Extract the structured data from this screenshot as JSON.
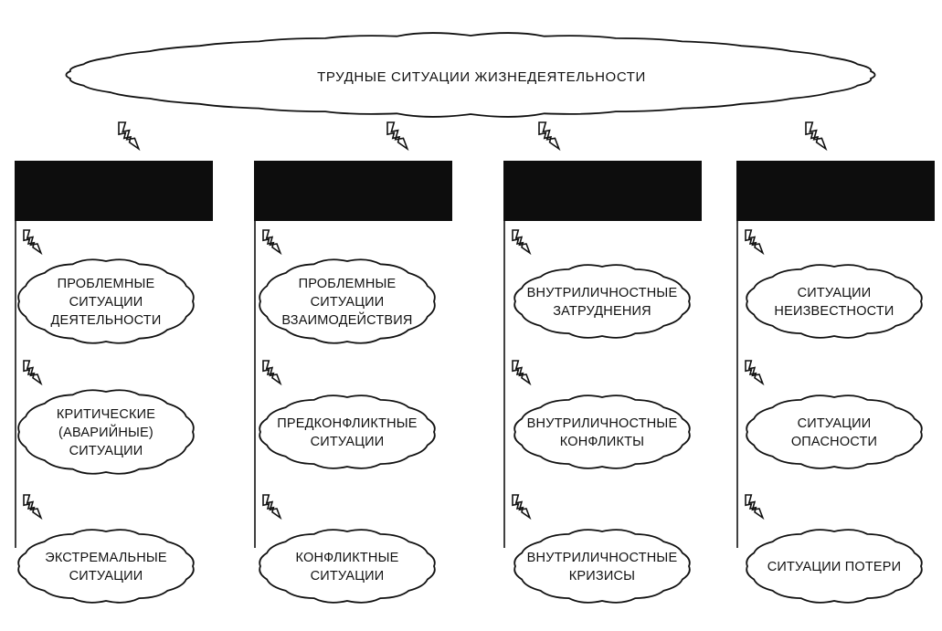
{
  "title": "ТРУДНЫЕ СИТУАЦИИ ЖИЗНЕДЕЯТЕЛЬНОСТИ",
  "columns": [
    {
      "items": [
        {
          "lines": [
            "ПРОБЛЕМНЫЕ",
            "СИТУАЦИИ",
            "ДЕЯТЕЛЬНОСТИ"
          ]
        },
        {
          "lines": [
            "КРИТИЧЕСКИЕ",
            "(АВАРИЙНЫЕ)",
            "СИТУАЦИИ"
          ]
        },
        {
          "lines": [
            "ЭКСТРЕМАЛЬНЫЕ",
            "СИТУАЦИИ"
          ]
        }
      ]
    },
    {
      "items": [
        {
          "lines": [
            "ПРОБЛЕМНЫЕ",
            "СИТУАЦИИ",
            "ВЗАИМОДЕЙСТВИЯ"
          ]
        },
        {
          "lines": [
            "ПРЕДКОНФЛИКТНЫЕ",
            "СИТУАЦИИ"
          ]
        },
        {
          "lines": [
            "КОНФЛИКТНЫЕ",
            "СИТУАЦИИ"
          ]
        }
      ]
    },
    {
      "items": [
        {
          "lines": [
            "ВНУТРИЛИЧНОСТНЫЕ",
            "ЗАТРУДНЕНИЯ"
          ]
        },
        {
          "lines": [
            "ВНУТРИЛИЧНОСТНЫЕ",
            "КОНФЛИКТЫ"
          ]
        },
        {
          "lines": [
            "ВНУТРИЛИЧНОСТНЫЕ",
            "КРИЗИСЫ"
          ]
        }
      ]
    },
    {
      "items": [
        {
          "lines": [
            "СИТУАЦИИ",
            "НЕИЗВЕСТНОСТИ"
          ]
        },
        {
          "lines": [
            "СИТУАЦИИ",
            "ОПАСНОСТИ"
          ]
        },
        {
          "lines": [
            "СИТУАЦИИ ПОТЕРИ"
          ]
        }
      ]
    }
  ],
  "colors": {
    "ink": "#111111",
    "bar": "#0d0d0d",
    "background": "#ffffff"
  }
}
